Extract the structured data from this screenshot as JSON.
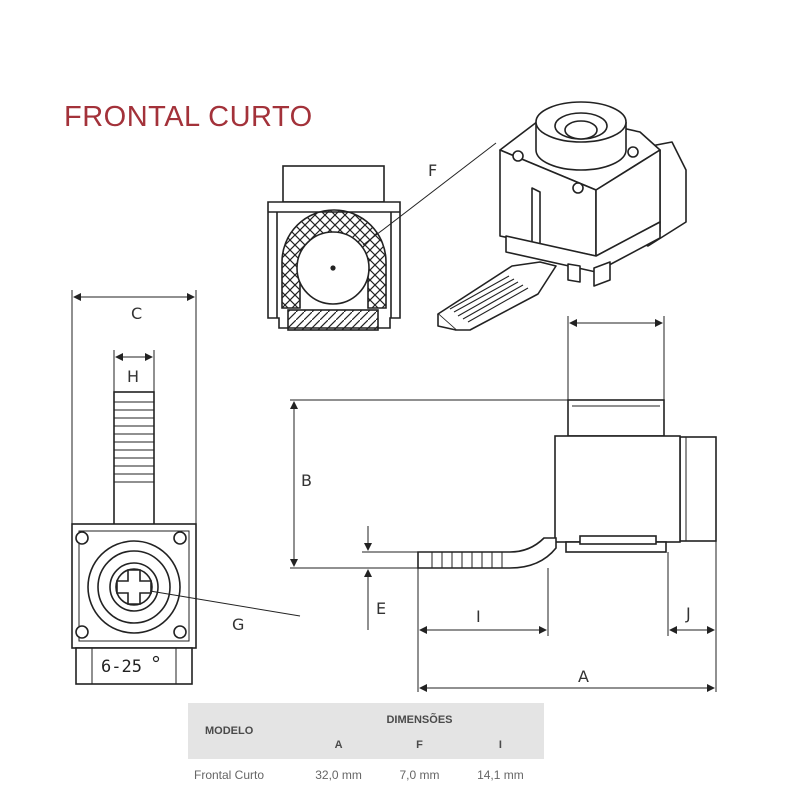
{
  "title": "FRONTAL CURTO",
  "labels": {
    "a": "A",
    "b": "B",
    "c": "C",
    "e": "E",
    "f": "F",
    "g": "G",
    "h": "H",
    "i": "I",
    "j": "J"
  },
  "stamp": "6-25",
  "colors": {
    "title": "#a3323a",
    "line": "#222222",
    "table_header": "#e4e4e4"
  },
  "table": {
    "model_header": "MODELO",
    "group_header": "DIMENSÕES",
    "columns": [
      "A",
      "F",
      "I"
    ],
    "rows": [
      {
        "model": "Frontal Curto",
        "values": [
          "32,0 mm",
          "7,0 mm",
          "14,1 mm"
        ]
      }
    ]
  }
}
